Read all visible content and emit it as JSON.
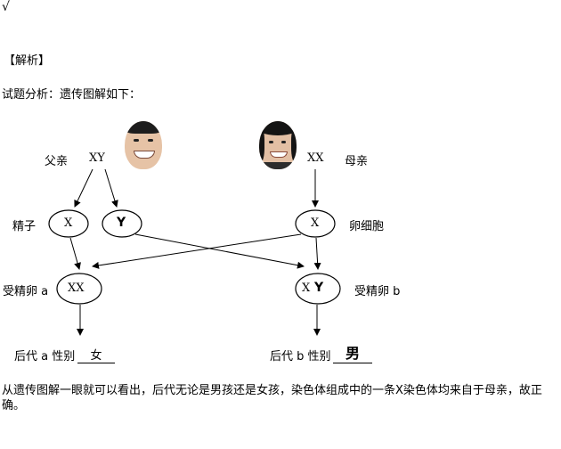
{
  "header": {
    "check_mark": "√",
    "section_title": "【解析】",
    "intro": "试题分析：遗传图解如下："
  },
  "diagram": {
    "father_label": "父亲",
    "father_genotype": "XY",
    "mother_genotype": "XX",
    "mother_label": "母亲",
    "sperm_label": "精子",
    "sperm_x": "X",
    "sperm_y": "Y",
    "egg_x": "X",
    "egg_label": "卵细胞",
    "zygote_a_label": "受精卵 a",
    "zygote_a": "XX",
    "zygote_b_x": "X",
    "zygote_b_y": "Y",
    "zygote_b_label": "受精卵 b",
    "offspring_a_label": "后代 a 性别",
    "offspring_a_sex": "女",
    "offspring_b_label": "后代 b 性别",
    "offspring_b_sex": "男"
  },
  "conclusion": "从遗传图解一眼就可以看出，后代无论是男孩还是女孩，染色体组成中的一条X染色体均来自于母亲，故正确。"
}
